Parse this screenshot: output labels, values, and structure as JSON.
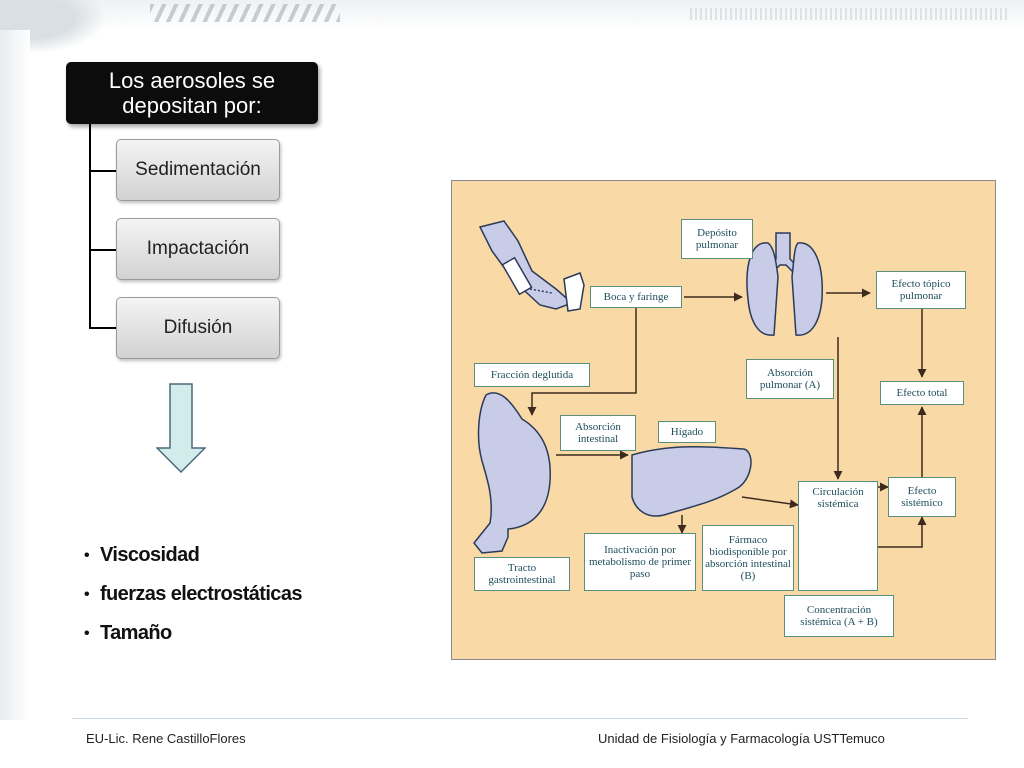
{
  "hierarchy": {
    "title": "Los aerosoles se depositan por:",
    "items": [
      "Sedimentación",
      "Impactación",
      "Difusión"
    ]
  },
  "bullets": [
    "Viscosidad",
    "fuerzas electrostáticas",
    "Tamaño"
  ],
  "figure": {
    "labels": {
      "deposito": "Depósito pulmonar",
      "boca": "Boca y faringe",
      "efecto_topico": "Efecto tópico pulmonar",
      "fraccion": "Fracción deglutida",
      "absorcion_pulmonar": "Absorción pulmonar (A)",
      "efecto_total": "Efecto total",
      "absorcion_intestinal": "Absorción intestinal",
      "higado": "Hígado",
      "circulacion": "Circulación sistémica",
      "efecto_sistemico": "Efecto sistémico",
      "tracto": "Tracto gastrointestinal",
      "inactivacion": "Inactivación por metabolismo de primer paso",
      "farmaco": "Fármaco biodisponible por absorción intestinal (B)",
      "concentracion": "Concentración sistémica (A + B)"
    },
    "colors": {
      "background": "#f9d9a6",
      "organ_fill": "#c8cce6",
      "box_text": "#1d4d5c"
    }
  },
  "footer": {
    "left": "EU-Lic. Rene CastilloFlores",
    "right": "Unidad de Fisiología y Farmacología USTTemuco"
  }
}
